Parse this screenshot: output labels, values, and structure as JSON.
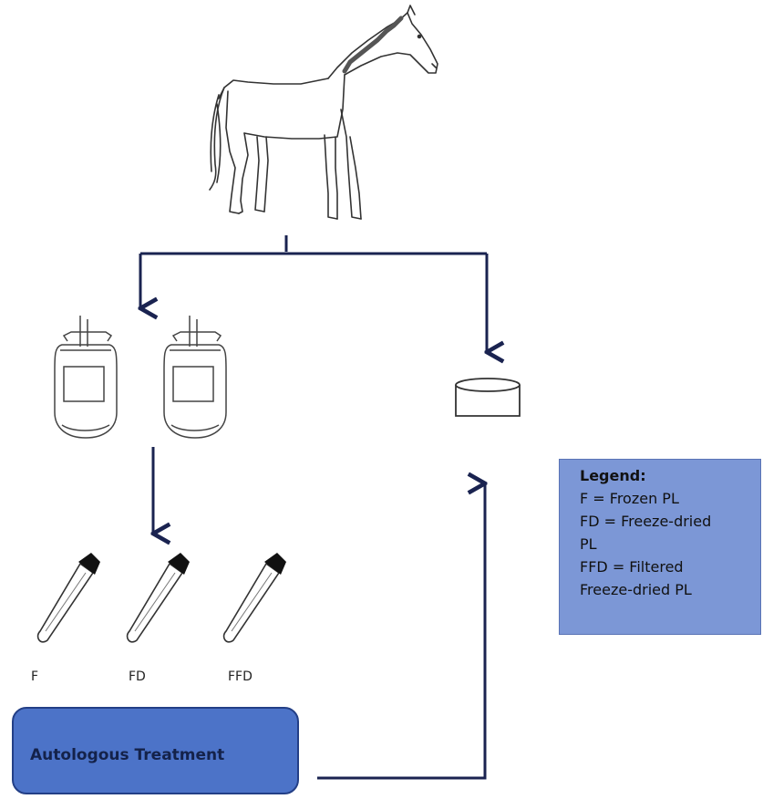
{
  "tubes": [
    {
      "label": "F"
    },
    {
      "label": "FD"
    },
    {
      "label": "FFD"
    }
  ],
  "legend": {
    "title": "Legend:",
    "lines": [
      "F = Frozen PL",
      "FD = Freeze-dried",
      "PL",
      "FFD = Filtered",
      "Freeze-dried PL"
    ]
  },
  "treatment": {
    "label": "Autologous Treatment"
  },
  "colors": {
    "arrow": "#1a2350",
    "legend_bg": "#7c97d6",
    "treatment_bg": "#4c73c8"
  },
  "icons": [
    "horse-icon",
    "blood-bag-icon",
    "test-tube-icon",
    "container-dish-icon"
  ]
}
